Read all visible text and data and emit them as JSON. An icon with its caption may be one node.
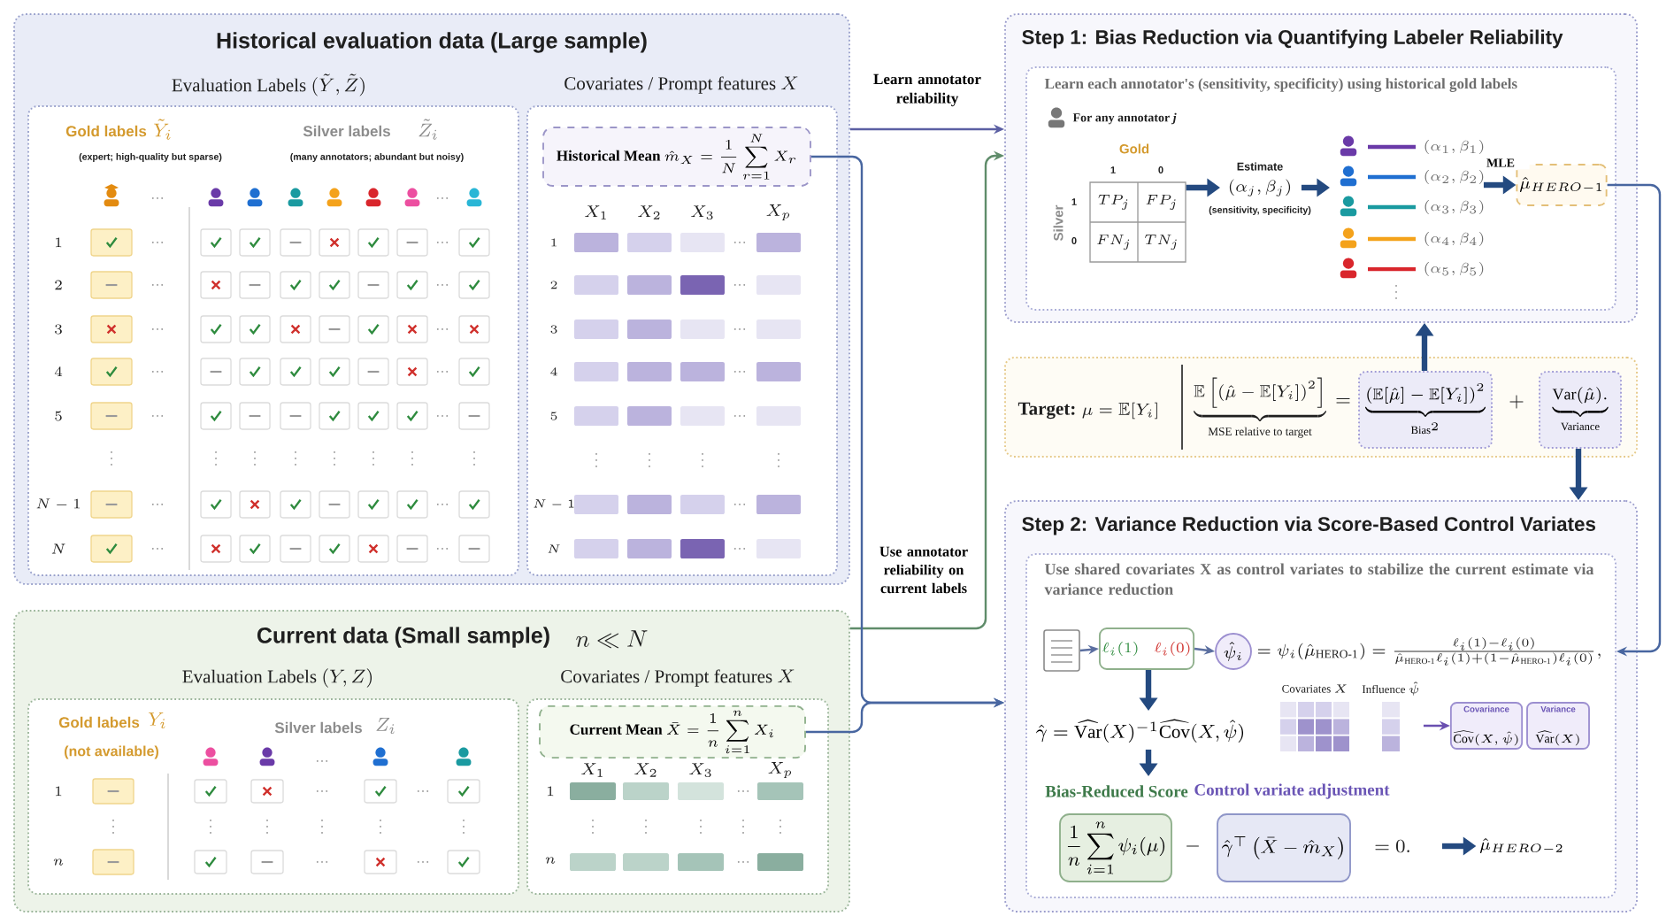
{
  "diagram": {
    "nodes": [
      {
        "text": [
          "Historical evaluation data (Large sample)"
        ]
      },
      {
        "text": [
          "\\text{Evaluation Labels }(\\tilde{Y},\\tilde{Z})"
        ],
        "in": 0
      },
      {
        "text": [
          "\\text{Covariates / Prompt features }X"
        ],
        "in": 0
      },
      {
        "text": [
          "Historical Mean",
          "\\hat{m}_X=\\frac{1}{N}\\sum_{r=1}^{N}X_r"
        ],
        "in": 2
      },
      {
        "text": [
          "Current data (Small sample)",
          "n \\ll N"
        ]
      },
      {
        "text": [
          "\\text{Evaluation Labels }(Y,Z)"
        ],
        "in": 4
      },
      {
        "text": [
          "\\text{Covariates / Prompt features }X"
        ],
        "in": 4
      },
      {
        "text": [
          "Current Mean",
          "\\bar{X}=\\frac{1}{n}\\sum_{i=1}^{n}X_i"
        ],
        "in": 6
      },
      {
        "text": [
          "Step 1: Bias Reduction via Quantifying Labeler Reliability"
        ]
      },
      {
        "text": [
          "Learn each annotator's (sensitivity, specificity) using historical gold labels"
        ],
        "in": 8
      },
      {
        "text": [
          "TP_j",
          "FP_j",
          "FN_j",
          "TN_j"
        ],
        "in": 9
      },
      {
        "text": [
          "Estimate",
          "(\\alpha_j,\\beta_j)",
          "(sensitivity, specificity)"
        ],
        "in": 9
      },
      {
        "text": [
          "(\\alpha_1,\\beta_1)",
          "(\\alpha_2,\\beta_2)",
          "(\\alpha_3,\\beta_3)",
          "(\\alpha_4,\\beta_4)",
          "(\\alpha_5,\\beta_5)"
        ],
        "in": 9
      },
      {
        "text": [
          "\\hat{\\mu}_{HERO-1}"
        ],
        "in": 9
      },
      {
        "text": [
          "Target:",
          "\\mu=\\mathbb{E}[Y_i]",
          "\\underbrace{\\mathbb{E}\\left[\\left(\\hat{\\mu}-\\mathbb{E}[Y_i]\\right)^2\\right]}_{\\text{MSE relative to target}}",
          "=",
          "+"
        ]
      },
      {
        "text": [
          "\\underbrace{\\left(\\mathbb{E}[\\hat{\\mu}]-\\mathbb{E}[Y_i]\\right)^2}_{\\text{Bias}^2}"
        ],
        "in": 14
      },
      {
        "text": [
          "\\underbrace{\\mathrm{Var}(\\hat{\\mu}).}_{\\text{Variance}}"
        ],
        "in": 14
      },
      {
        "text": [
          "Step 2: Variance Reduction via Score-Based Control Variates"
        ]
      },
      {
        "text": [
          "Use shared covariates X as control variates to stabilize the current estimate via variance reduction"
        ],
        "in": 17
      },
      {
        "text": [],
        "shape": "document",
        "in": 18
      },
      {
        "text": [
          "\\ell_i(1)",
          "\\ell_i(0)"
        ],
        "in": 18
      },
      {
        "text": [
          "\\hat{\\psi}_i"
        ],
        "beside": [
          "=\\psi_i(\\hat{\\mu}_{\\text{HERO-1}})=\\frac{\\ell_i(1)-\\ell_i(0)}{\\hat{\\mu}_{\\text{HERO-1}}\\ell_i(1)+(1-\\hat{\\mu}_{\\text{HERO-1}})\\ell_i(0)},"
        ],
        "in": 18
      },
      {
        "text": [
          "\\hat{\\gamma}=\\widehat{\\mathrm{Var}}(X)^{-1}\\widehat{\\mathrm{Cov}}(X,\\hat{\\psi})"
        ],
        "in": 18
      },
      {
        "text": [
          "\\text{Covariates }X"
        ],
        "in": 18
      },
      {
        "text": [
          "\\text{Influence }\\hat{\\psi}"
        ],
        "in": 18
      },
      {
        "text": [
          "Covariance",
          "\\widehat{\\mathrm{Cov}}(X,\\hat{\\psi})"
        ],
        "in": 18
      },
      {
        "text": [
          "Variance",
          "\\widehat{\\mathrm{Var}}(X)"
        ],
        "in": 18
      },
      {
        "text": [
          "Bias-Reduced Score",
          "\\frac{1}{n}\\sum_{i=1}^{n}\\psi_i(\\mu)"
        ],
        "in": 18
      },
      {
        "text": [
          "Control variate adjustment",
          "\\hat{\\gamma}^{\\top}\\left(\\bar{X}-\\hat{m}_X\\right)"
        ],
        "in": 18
      },
      {
        "text": [
          "\\hat{\\mu}_{HERO-2}"
        ],
        "in": 18
      }
    ],
    "edges": [
      {
        "from": 0,
        "to": 8,
        "arrow": "to",
        "label": "Learn annotator reliability",
        "color": "#5b5fa3"
      },
      {
        "from": 4,
        "to": 8,
        "arrow": "to",
        "label": "Use annotator reliability on current labels",
        "color": "#5f8c6a"
      },
      {
        "from": 3,
        "to": 17,
        "arrow": "to",
        "color": "#4866a0"
      },
      {
        "from": 7,
        "to": 17,
        "arrow": "to",
        "color": "#4866a0"
      },
      {
        "from": 10,
        "to": 11,
        "arrow": "to",
        "style": "thick"
      },
      {
        "from": 11,
        "to": 12,
        "arrow": "to",
        "style": "thick"
      },
      {
        "from": 12,
        "to": 13,
        "arrow": "to",
        "style": "thick",
        "label": "MLE"
      },
      {
        "from": 13,
        "to": 18,
        "arrow": "to",
        "color": "#4866a0"
      },
      {
        "from": 15,
        "to": 8,
        "arrow": "to",
        "style": "thick"
      },
      {
        "from": 16,
        "to": 17,
        "arrow": "to",
        "style": "thick"
      },
      {
        "from": 19,
        "to": 20,
        "arrow": "to",
        "color": "#5b6fa0"
      },
      {
        "from": 20,
        "to": 21,
        "arrow": "to",
        "color": "#5b6fa0"
      },
      {
        "from": 20,
        "to": 22,
        "arrow": "to",
        "style": "thick"
      },
      {
        "from": 22,
        "to": 27,
        "arrow": "to",
        "style": "thick"
      },
      {
        "from": 24,
        "to": 25,
        "arrow": "to",
        "color": "#6a4fb0"
      },
      {
        "from": null,
        "to": 29,
        "arrow": "to",
        "style": "thick"
      }
    ],
    "labels": [
      "Gold labels",
      "\\tilde{Y}_i",
      "(expert; high-quality but sparse)",
      "Silver labels",
      "\\tilde{Z}_i",
      "(many annotators; abundant but noisy)",
      "1",
      "2",
      "3",
      "4",
      "5",
      "N-1",
      "N",
      "X_1",
      "X_2",
      "X_3",
      "X_p",
      "1",
      "2",
      "3",
      "4",
      "5",
      "N-1",
      "N",
      "Gold labels",
      "Y_i",
      "(not available)",
      "Silver labels",
      "Z_i",
      "1",
      "n",
      "X_1",
      "X_2",
      "X_3",
      "X_p",
      "1",
      "n",
      "For any annotator *j*",
      "Gold",
      "1",
      "0",
      "Silver",
      "1",
      "0",
      "-",
      "= 0."
    ]
  }
}
